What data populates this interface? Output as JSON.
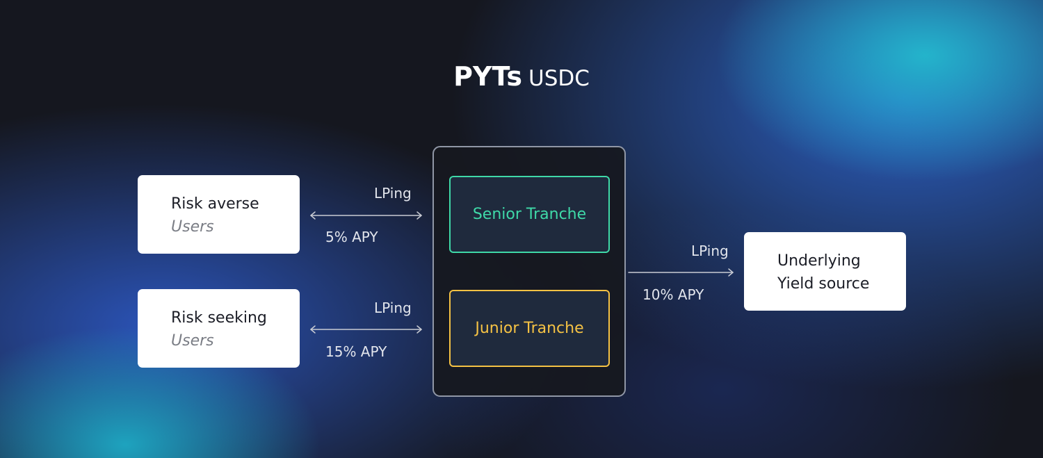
{
  "title": {
    "main": "PYTs",
    "sub": "USDC"
  },
  "left_nodes": [
    {
      "label": "Risk averse",
      "sublabel": "Users"
    },
    {
      "label": "Risk seeking",
      "sublabel": "Users"
    }
  ],
  "center_group": {
    "senior": {
      "label": "Senior Tranche",
      "color": "#3fd9a8"
    },
    "junior": {
      "label": "Junior Tranche",
      "color": "#f5c244"
    }
  },
  "right_node": {
    "lines": [
      "Underlying",
      "Yield source"
    ]
  },
  "edges": [
    {
      "top_label": "LPing",
      "bottom_label": "5% APY"
    },
    {
      "top_label": "LPing",
      "bottom_label": "15% APY"
    },
    {
      "top_label": "LPing",
      "bottom_label": "10% APY"
    }
  ]
}
